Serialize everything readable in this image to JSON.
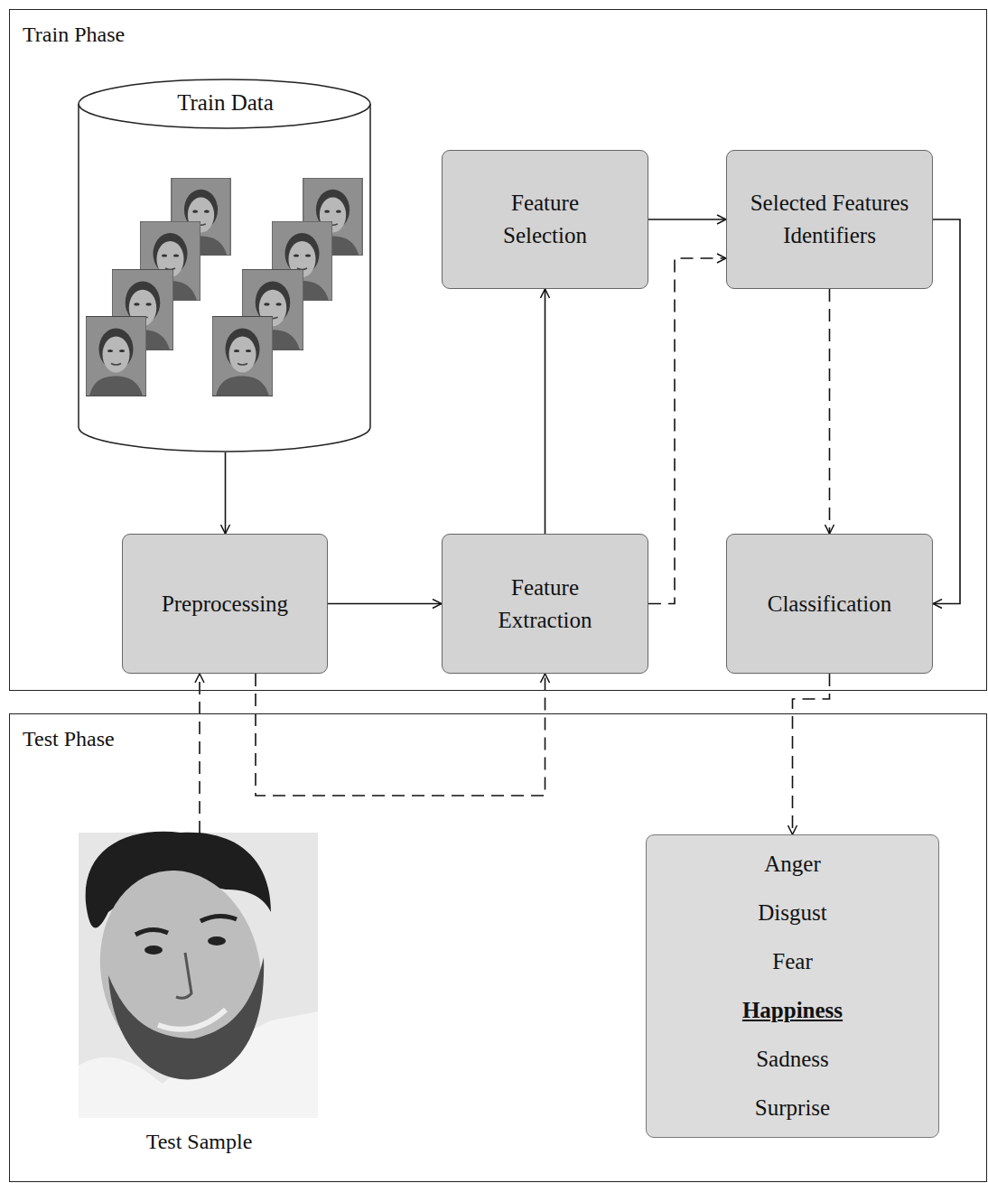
{
  "diagram": {
    "nodes": [
      {
        "text": [
          "Train Phase"
        ]
      },
      {
        "text": [
          "Train Data"
        ],
        "in": 0
      },
      {
        "text": [
          "Feature Selection"
        ],
        "in": 0
      },
      {
        "text": [
          "Selected Features Identifiers"
        ],
        "in": 0
      },
      {
        "text": [
          "Preprocessing"
        ],
        "in": 0
      },
      {
        "text": [
          "Feature Extraction"
        ],
        "in": 0
      },
      {
        "text": [
          "Classification"
        ],
        "in": 0
      },
      {
        "text": [
          "Test Phase"
        ]
      },
      {
        "text": [
          "Test Sample"
        ],
        "in": 7
      },
      {
        "text": [
          "Anger",
          "Disgust",
          "Fear",
          "Happiness",
          "Sadness",
          "Surprise"
        ],
        "in": 7
      }
    ],
    "edges": [
      {
        "from": 1,
        "to": 4,
        "arrow": "to"
      },
      {
        "from": 4,
        "to": 5,
        "arrow": "to"
      },
      {
        "from": 5,
        "to": 2,
        "arrow": "to"
      },
      {
        "from": 2,
        "to": 3,
        "arrow": "to"
      },
      {
        "from": 3,
        "to": 6,
        "arrow": "to"
      },
      {
        "from": 5,
        "to": 3,
        "arrow": "to"
      },
      {
        "from": 3,
        "to": 6,
        "arrow": "to"
      },
      {
        "from": 8,
        "to": 4,
        "arrow": "to"
      },
      {
        "from": 4,
        "to": 5,
        "arrow": "to"
      },
      {
        "from": 6,
        "to": 9,
        "arrow": "to"
      }
    ]
  }
}
